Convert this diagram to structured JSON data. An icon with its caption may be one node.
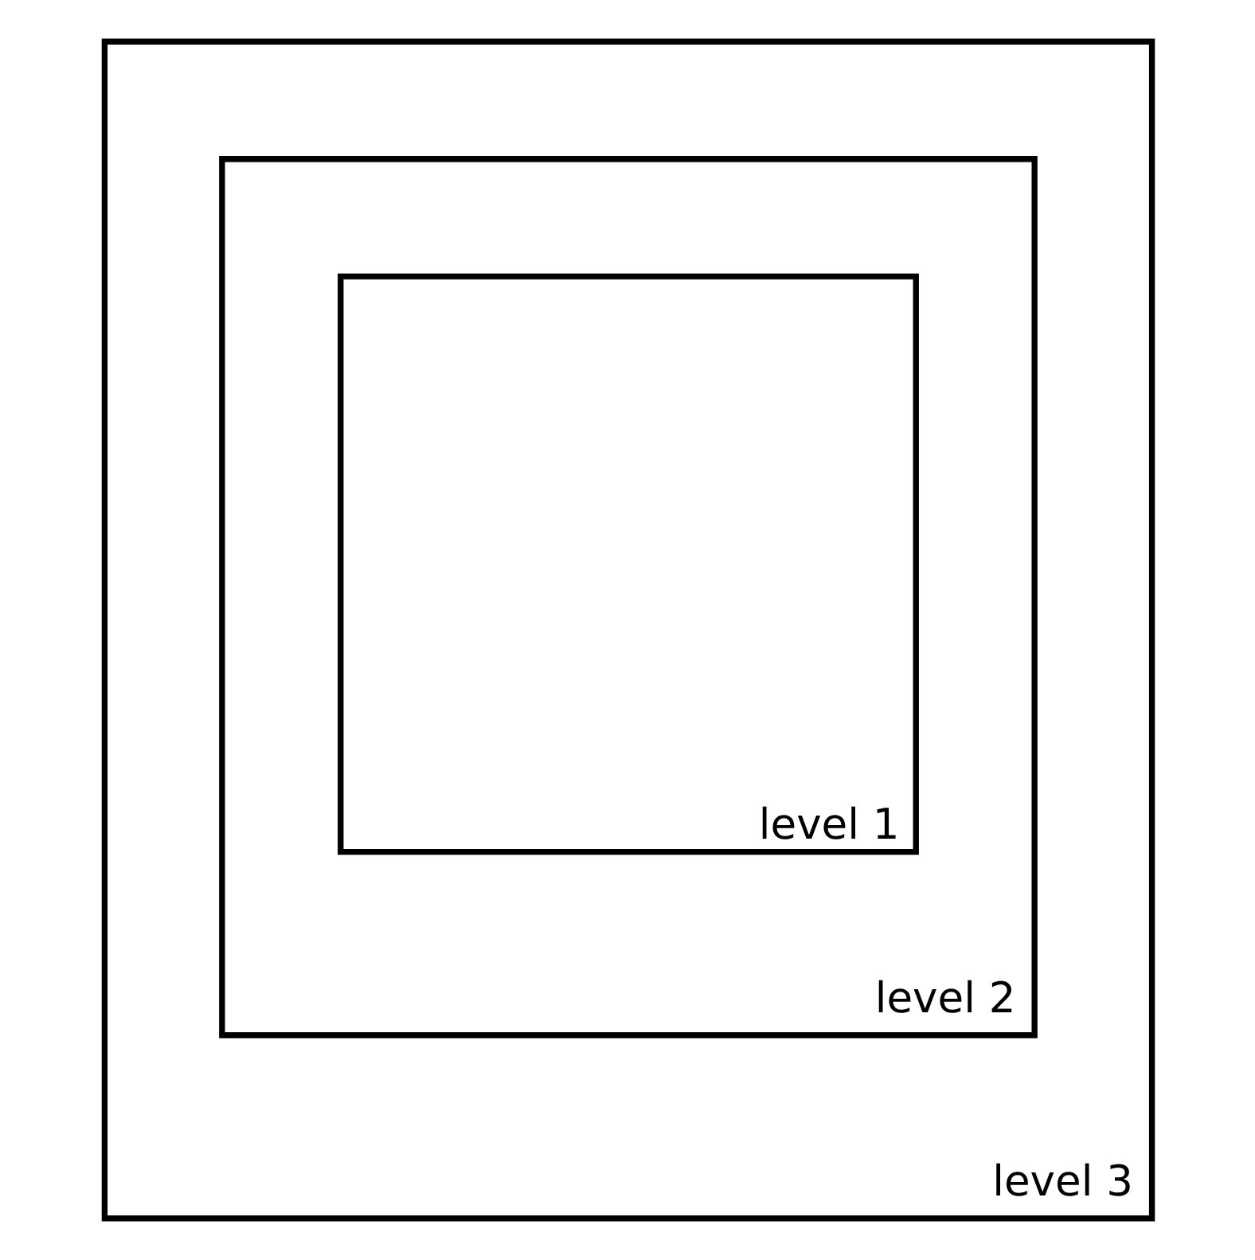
{
  "diagram": {
    "nodes": [
      {
        "text": [
          "level 3"
        ]
      },
      {
        "text": [
          "level 2"
        ],
        "in": 0
      },
      {
        "text": [
          "level 1"
        ],
        "in": 1
      }
    ]
  }
}
